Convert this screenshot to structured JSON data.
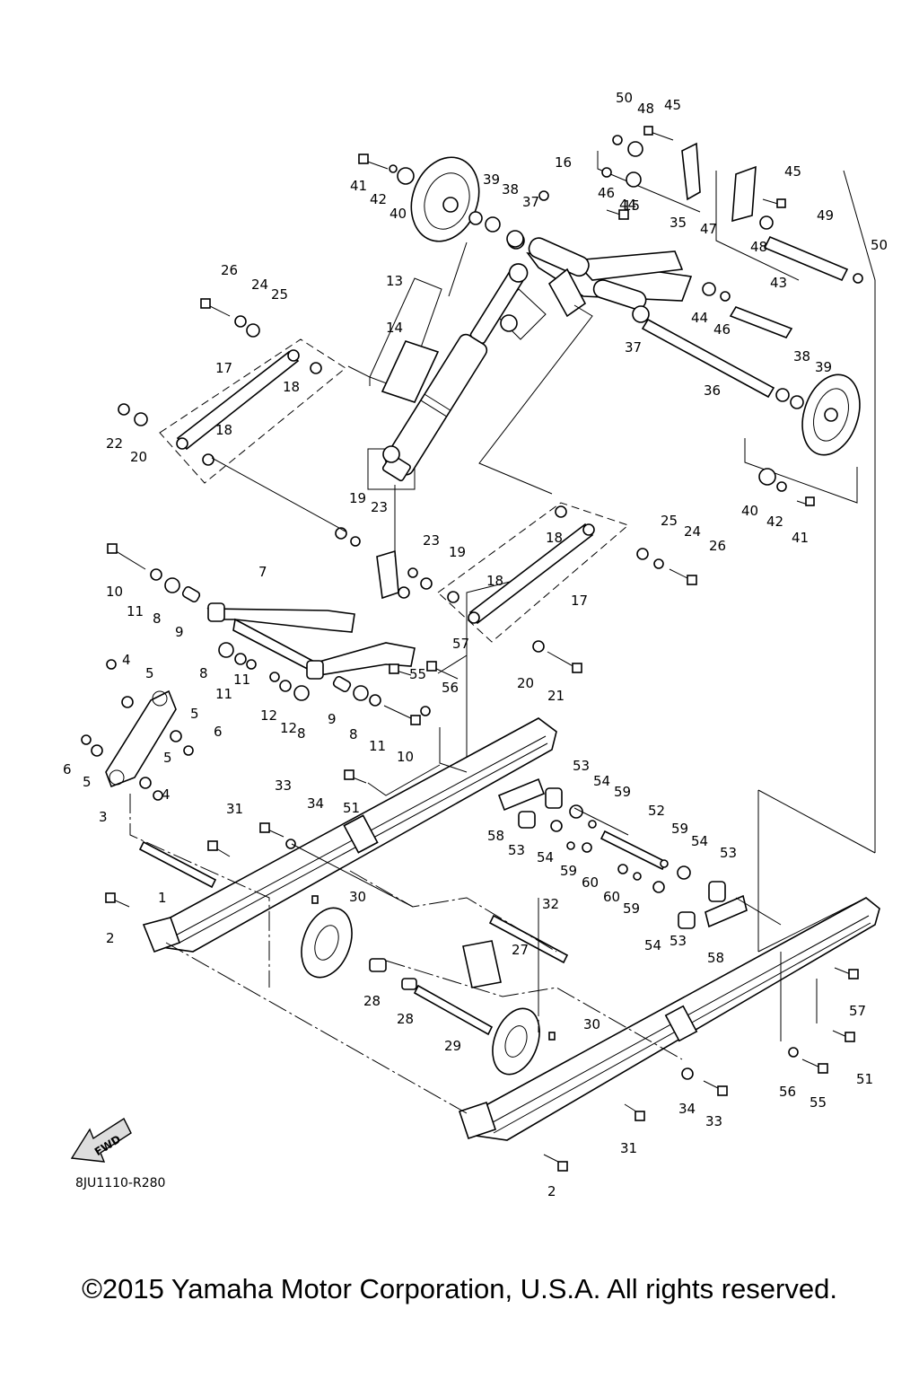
{
  "diagram": {
    "drawing_code": "8JU1110-R280",
    "copyright": "©2015 Yamaha Motor Corporation, U.S.A. All rights reserved.",
    "fwd_label": "FWD",
    "icons": {
      "fwd": "fwd-arrow-icon"
    },
    "callouts": [
      "1",
      "2",
      "2",
      "3",
      "4",
      "4",
      "5",
      "5",
      "5",
      "5",
      "6",
      "6",
      "7",
      "8",
      "8",
      "8",
      "8",
      "9",
      "9",
      "10",
      "10",
      "11",
      "11",
      "11",
      "11",
      "12",
      "12",
      "13",
      "14",
      "15",
      "16",
      "17",
      "17",
      "18",
      "18",
      "18",
      "18",
      "19",
      "19",
      "20",
      "20",
      "21",
      "22",
      "23",
      "23",
      "24",
      "24",
      "25",
      "25",
      "26",
      "26",
      "27",
      "28",
      "28",
      "29",
      "30",
      "30",
      "31",
      "31",
      "32",
      "33",
      "33",
      "34",
      "34",
      "35",
      "36",
      "37",
      "37",
      "38",
      "38",
      "39",
      "39",
      "40",
      "40",
      "41",
      "41",
      "42",
      "42",
      "43",
      "44",
      "44",
      "45",
      "45",
      "46",
      "46",
      "47",
      "48",
      "48",
      "49",
      "50",
      "50",
      "51",
      "51",
      "52",
      "53",
      "53",
      "53",
      "53",
      "54",
      "54",
      "54",
      "54",
      "55",
      "55",
      "56",
      "56",
      "57",
      "57",
      "58",
      "58",
      "59",
      "59",
      "59",
      "59",
      "60",
      "60"
    ]
  }
}
